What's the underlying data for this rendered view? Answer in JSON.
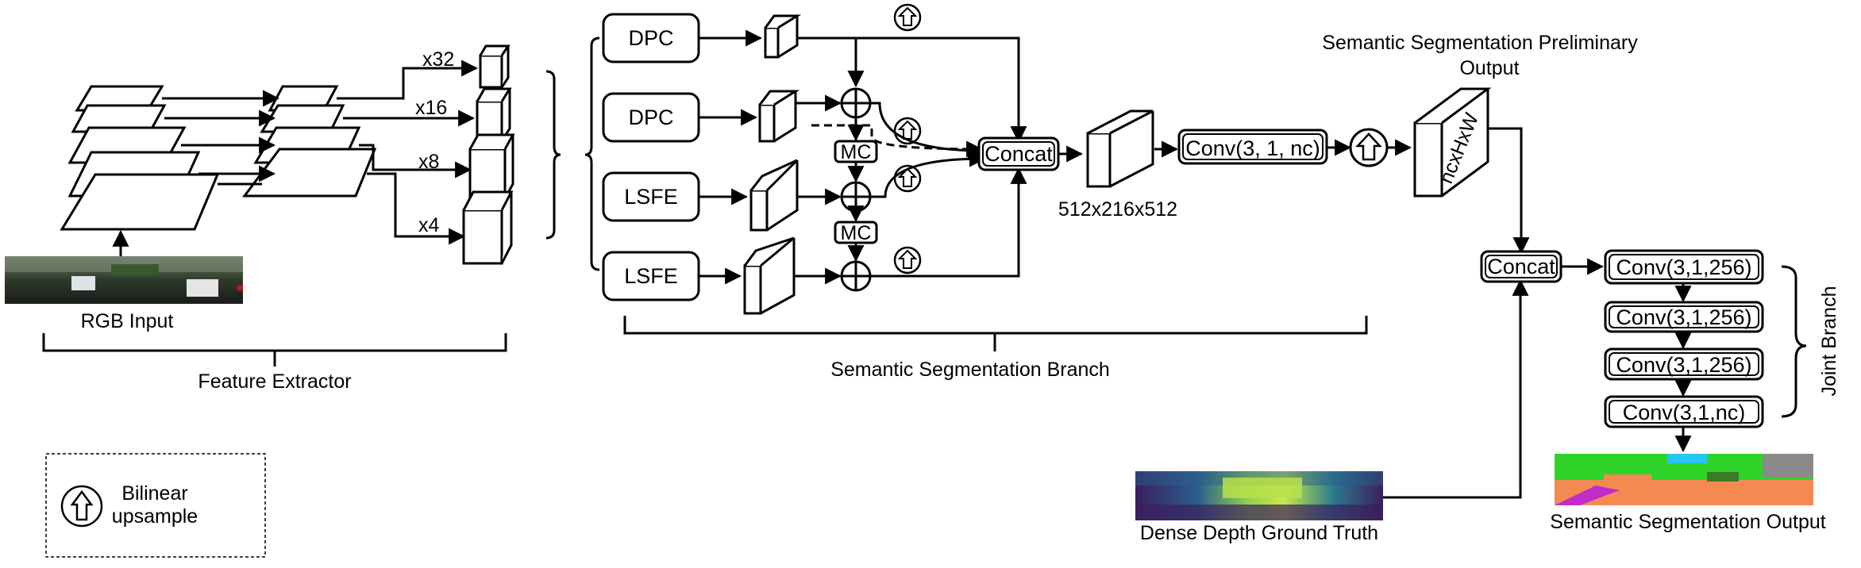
{
  "feature_extractor": {
    "input_label": "RGB Input",
    "scales": [
      "x32",
      "x16",
      "x8",
      "x4"
    ],
    "title": "Feature Extractor"
  },
  "semantic_branch": {
    "heads": [
      "DPC",
      "DPC",
      "LSFE",
      "LSFE"
    ],
    "mc_labels": [
      "MC",
      "MC"
    ],
    "concat_label": "Concat",
    "concat_dims": "512x216x512",
    "conv_label": "Conv(3, 1, nc)",
    "preliminary_title_line1": "Semantic Segmentation Preliminary",
    "preliminary_title_line2": "Output",
    "output_tensor_label": "ncxHxW",
    "title": "Semantic Segmentation Branch"
  },
  "joint_branch": {
    "concat_label": "Concat",
    "convs": [
      "Conv(3,1,256)",
      "Conv(3,1,256)",
      "Conv(3,1,256)",
      "Conv(3,1,nc)"
    ],
    "title": "Joint Branch",
    "depth_label": "Dense Depth Ground Truth",
    "output_label": "Semantic Segmentation Output"
  },
  "legend": {
    "line1": "Bilinear",
    "line2": "upsample"
  },
  "colors": {
    "line": "#000000",
    "depth_dark": "#3b1f5e",
    "depth_mid": "#2a7a8c",
    "depth_bright": "#a8d64a",
    "seg_green": "#2fd42a",
    "seg_orange": "#f28a52",
    "seg_magenta": "#c02cc9",
    "seg_sky": "#26c6f2",
    "seg_grey": "#8a8a8a"
  }
}
